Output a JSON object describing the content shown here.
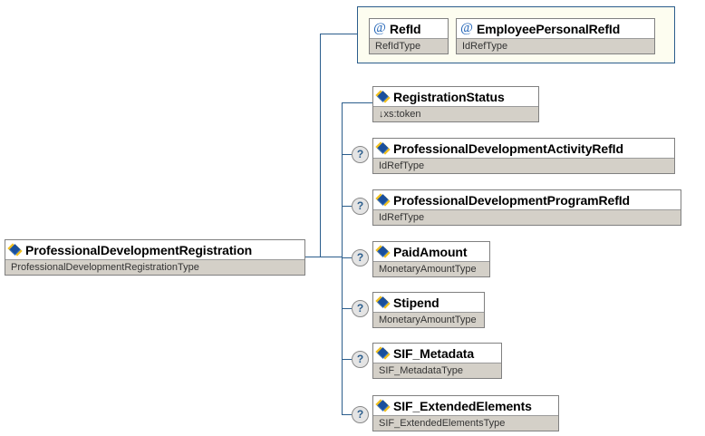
{
  "diagram": {
    "title": "ProfessionalDevelopmentRegistration XML Schema Diagram",
    "background": "#ffffff",
    "connector_color": "#2b5d8c",
    "box_border_color": "#808080",
    "type_bar_color": "#d4d0c8",
    "attr_container_fill": "#fdfdf0",
    "attr_container_border": "#2b5d8c"
  },
  "root": {
    "name": "ProfessionalDevelopmentRegistration",
    "type": "ProfessionalDevelopmentRegistrationType",
    "icon": "element-icon"
  },
  "attributes_group": {
    "items": [
      {
        "name": "RefId",
        "type": "RefIdType",
        "icon": "at-icon"
      },
      {
        "name": "EmployeePersonalRefId",
        "type": "IdRefType",
        "icon": "at-icon"
      }
    ]
  },
  "children": [
    {
      "name": "RegistrationStatus",
      "type": "xs:token",
      "type_prefix": "↓",
      "optional": false,
      "optional_marker": "",
      "icon": "element-icon"
    },
    {
      "name": "ProfessionalDevelopmentActivityRefId",
      "type": "IdRefType",
      "type_prefix": "",
      "optional": true,
      "optional_marker": "?",
      "icon": "element-icon"
    },
    {
      "name": "ProfessionalDevelopmentProgramRefId",
      "type": "IdRefType",
      "type_prefix": "",
      "optional": true,
      "optional_marker": "?",
      "icon": "element-icon"
    },
    {
      "name": "PaidAmount",
      "type": "MonetaryAmountType",
      "type_prefix": "",
      "optional": true,
      "optional_marker": "?",
      "icon": "element-icon"
    },
    {
      "name": "Stipend",
      "type": "MonetaryAmountType",
      "type_prefix": "",
      "optional": true,
      "optional_marker": "?",
      "icon": "element-icon"
    },
    {
      "name": "SIF_Metadata",
      "type": "SIF_MetadataType",
      "type_prefix": "",
      "optional": true,
      "optional_marker": "?",
      "icon": "element-icon"
    },
    {
      "name": "SIF_ExtendedElements",
      "type": "SIF_ExtendedElementsType",
      "type_prefix": "",
      "optional": true,
      "optional_marker": "?",
      "icon": "element-icon"
    }
  ]
}
